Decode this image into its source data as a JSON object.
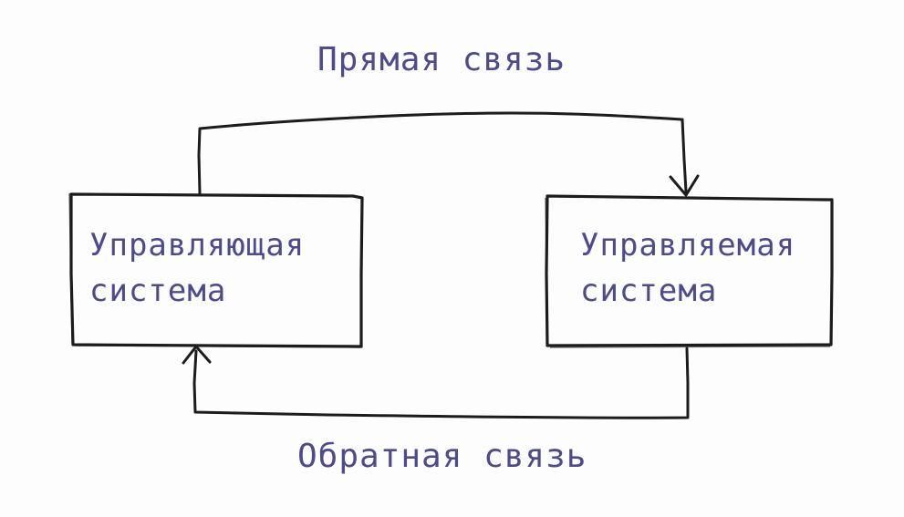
{
  "diagram": {
    "forward_link_label": "Прямая связь",
    "feedback_link_label": "Обратная связь",
    "controlling_system": {
      "line1": "Управляющая",
      "line2": "система"
    },
    "controlled_system": {
      "line1": "Управляемая",
      "line2": "система"
    }
  },
  "colors": {
    "text": "#4e4a8c",
    "stroke": "#1c1c1c"
  }
}
